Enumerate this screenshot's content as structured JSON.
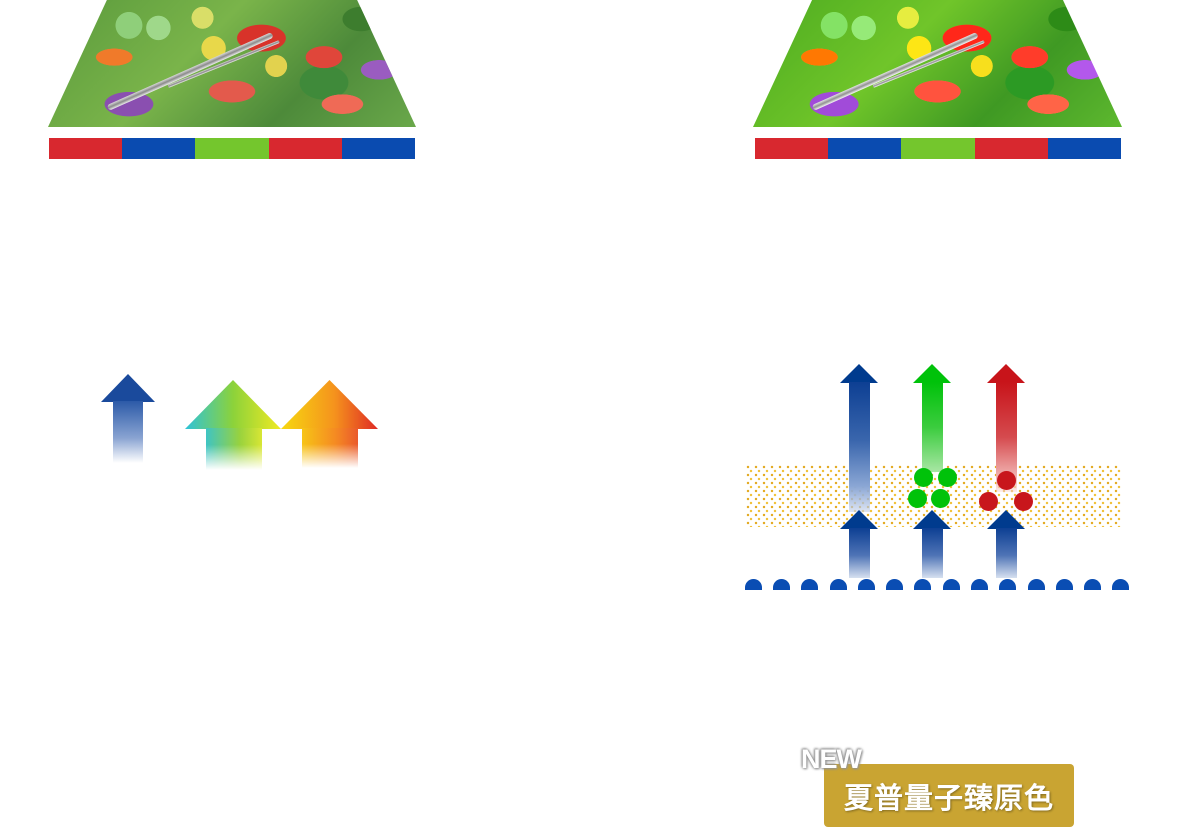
{
  "panels": {
    "left": {
      "image": "salad-photo",
      "subpixel_bar": [
        "#d8282f",
        "#0a4bb0",
        "#74c62d",
        "#d8282f",
        "#0a4bb0"
      ],
      "light_arrows": [
        {
          "name": "blue-light-arrow",
          "gradient": [
            "#0d3f93",
            "#ffffff"
          ]
        },
        {
          "name": "cyan-green-yellow-light-arrow",
          "gradient": [
            "#2ec3d9",
            "#8cd23a",
            "#f0ea24"
          ]
        },
        {
          "name": "yellow-orange-red-light-arrow",
          "gradient": [
            "#f6d810",
            "#f5931d",
            "#df2a25"
          ]
        }
      ]
    },
    "right": {
      "image": "salad-photo",
      "subpixel_bar": [
        "#d8282f",
        "#0a4bb0",
        "#74c62d",
        "#d8282f",
        "#0a4bb0"
      ],
      "output_arrows": [
        {
          "name": "blue-output-arrow",
          "color": "#003b8e"
        },
        {
          "name": "green-output-arrow",
          "color": "#00c20a"
        },
        {
          "name": "red-output-arrow",
          "color": "#c8141a"
        }
      ],
      "input_arrows_color": "#003b8e",
      "quantum_dot_layer_color": "#e3a81c",
      "green_dots_color": "#00c20a",
      "red_dots_color": "#c8161c",
      "led_row_color": "#0a4db3",
      "led_count": 14
    }
  },
  "badge": {
    "new_label": "NEW",
    "title": "夏普量子臻原色",
    "background": "#c9a432"
  }
}
